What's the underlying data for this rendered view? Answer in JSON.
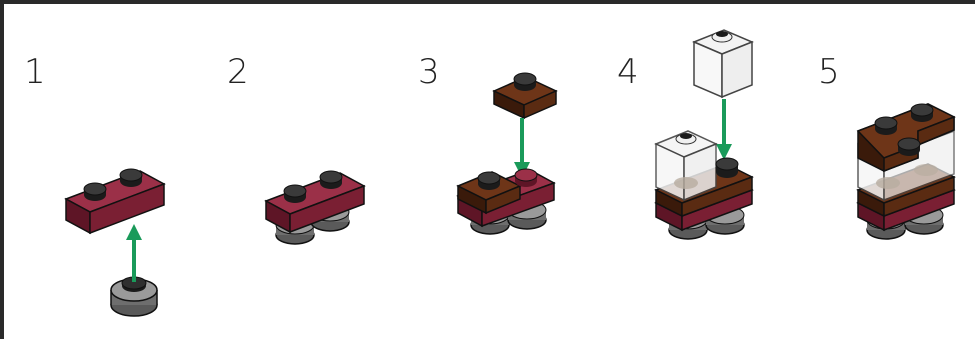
{
  "steps": [
    {
      "number": "1"
    },
    {
      "number": "2"
    },
    {
      "number": "3"
    },
    {
      "number": "4"
    },
    {
      "number": "5"
    }
  ],
  "colors": {
    "plate_red": "#7a1f33",
    "plate_red_top": "#9b3048",
    "plate_red_dark": "#4e1220",
    "brown": "#5a2b12",
    "brown_top": "#6e3518",
    "brown_dark": "#3a1a0a",
    "grey": "#6e6e6e",
    "grey_light": "#9a9a9a",
    "stud_dark": "#1b1b1b",
    "arrow": "#1a9a5a",
    "transparent_edge": "#555555"
  },
  "icons": [
    "arrow-up",
    "arrow-down"
  ]
}
